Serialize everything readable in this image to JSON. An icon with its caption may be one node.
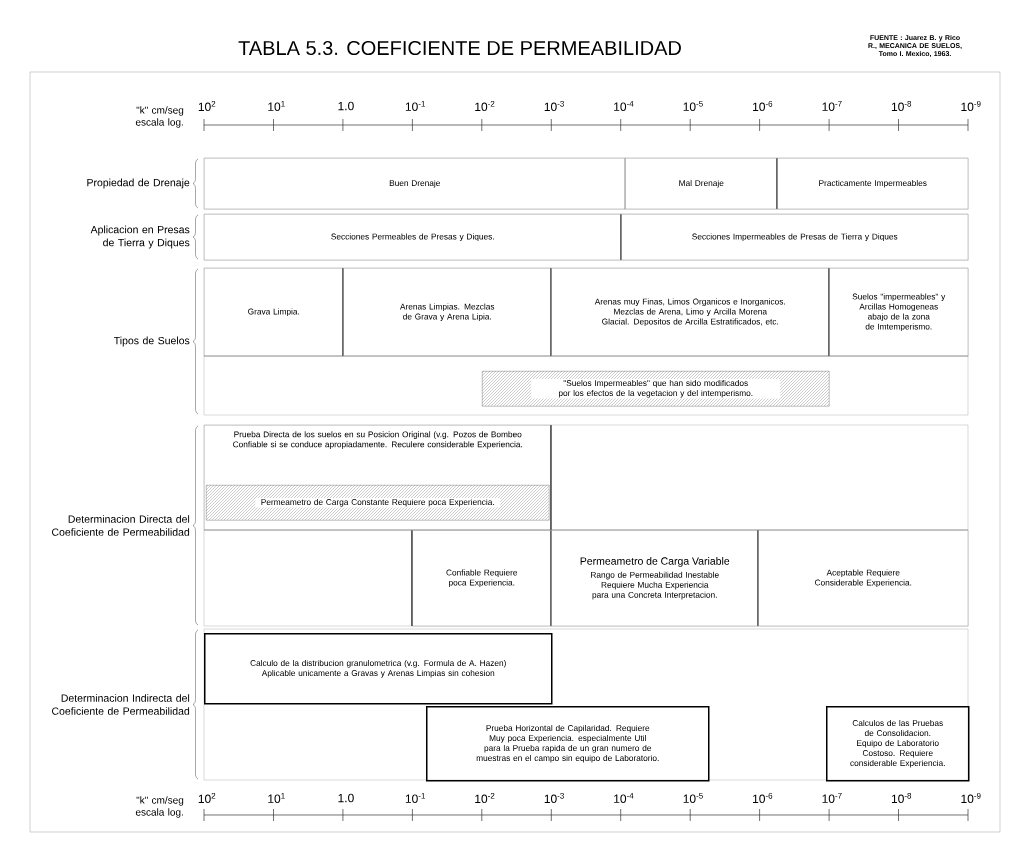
{
  "diagram": {
    "title": "TABLA 5.3. COEFICIENTE DE PERMEABILIDAD",
    "nodes": [
      {
        "text": [
          "Buen Drenaje"
        ]
      },
      {
        "text": [
          "Mal Drenaje"
        ]
      },
      {
        "text": [
          "Practicamente Impermeables"
        ]
      },
      {
        "text": [
          "Secciones Permeables de Presas y Diques."
        ]
      },
      {
        "text": [
          "Secciones Impermeables de Presas de Tierra y Diques"
        ]
      },
      {
        "text": [
          "Grava Limpia."
        ]
      },
      {
        "text": [
          "Arenas Limpias. Mezclas de Grava y Arena Lipia."
        ]
      },
      {
        "text": [
          "Arenas muy Finas, Limos Organicos e Inorganicos. Mezclas de Arena, Limo y Arcilla Morena Glacial. Depositos de Arcilla Estratificados, etc."
        ]
      },
      {
        "text": [
          "Suelos \"impermeables\" y Arcillas Homogeneas abajo de la zona de Imtemperismo."
        ]
      },
      {
        "text": [
          "\"Suelos Impermeables\" que han sido modificados por los efectos de la vegetacion y del intemperismo."
        ]
      },
      {
        "text": [
          "Prueba Directa de los suelos en su Posicion Original (v.g. Pozos de Bombeo Confiable si se conduce apropiadamente. Reculere considerable Experiencia."
        ]
      },
      {
        "text": [
          "Permeametro de Carga Constante Requiere poca Experiencia."
        ],
        "in": 10
      },
      {
        "text": [
          "Confiable Requiere poca Experiencia."
        ]
      },
      {
        "text": [
          "Permeametro de Carga Variable",
          "Rango de Permeabilidad Inestable Requiere Mucha Experiencia para una Concreta Interpretacion."
        ]
      },
      {
        "text": [
          "Aceptable Requiere Considerable Experiencia."
        ]
      },
      {
        "text": [
          "Calculo de la distribucion granulometrica (v.g. Formula de A. Hazen) Aplicable unicamente a Gravas y Arenas Limpias sin cohesion"
        ]
      },
      {
        "text": [
          "Prueba Horizontal de Capilaridad. Requiere Muy poca Experiencia. especialmente Util para la Prueba rapida de un gran numero de muestras en el campo sin equipo de Laboratorio."
        ]
      },
      {
        "text": [
          "Calculos de las Pruebas de Consolidacion. Equipo de Laboratorio Costoso. Requiere considerable Experiencia."
        ]
      }
    ],
    "labels": [
      "FUENTE : Juarez B. y Rico R., MECANICA DE SUELOS, Tomo I. Mexico, 1963.",
      "\"k\" cm/seg escala log.",
      "10$^{2}$",
      "10$^{1}$",
      "1.0",
      "10$^{-1}$",
      "10$^{-2}$",
      "10$^{-3}$",
      "10$^{-4}$",
      "10$^{-5}$",
      "10$^{-6}$",
      "10$^{-7}$",
      "10$^{-8}$",
      "10$^{-9}$",
      "Propiedad de Drenaje",
      "Aplicacion en Presas de Tierra y Diques",
      "Tipos de Suelos",
      "Determinacion Directa del Coeficiente de Permeabilidad",
      "Determinacion Indirecta del Coeficiente de Permeabilidad",
      "\"k\" cm/seg escala log.",
      "10$^{2}$",
      "10$^{1}$",
      "1.0",
      "10$^{-1}$",
      "10$^{-2}$",
      "10$^{-3}$",
      "10$^{-4}$",
      "10$^{-5}$",
      "10$^{-6}$",
      "10$^{-7}$",
      "10$^{-8}$",
      "10$^{-9}$"
    ]
  }
}
